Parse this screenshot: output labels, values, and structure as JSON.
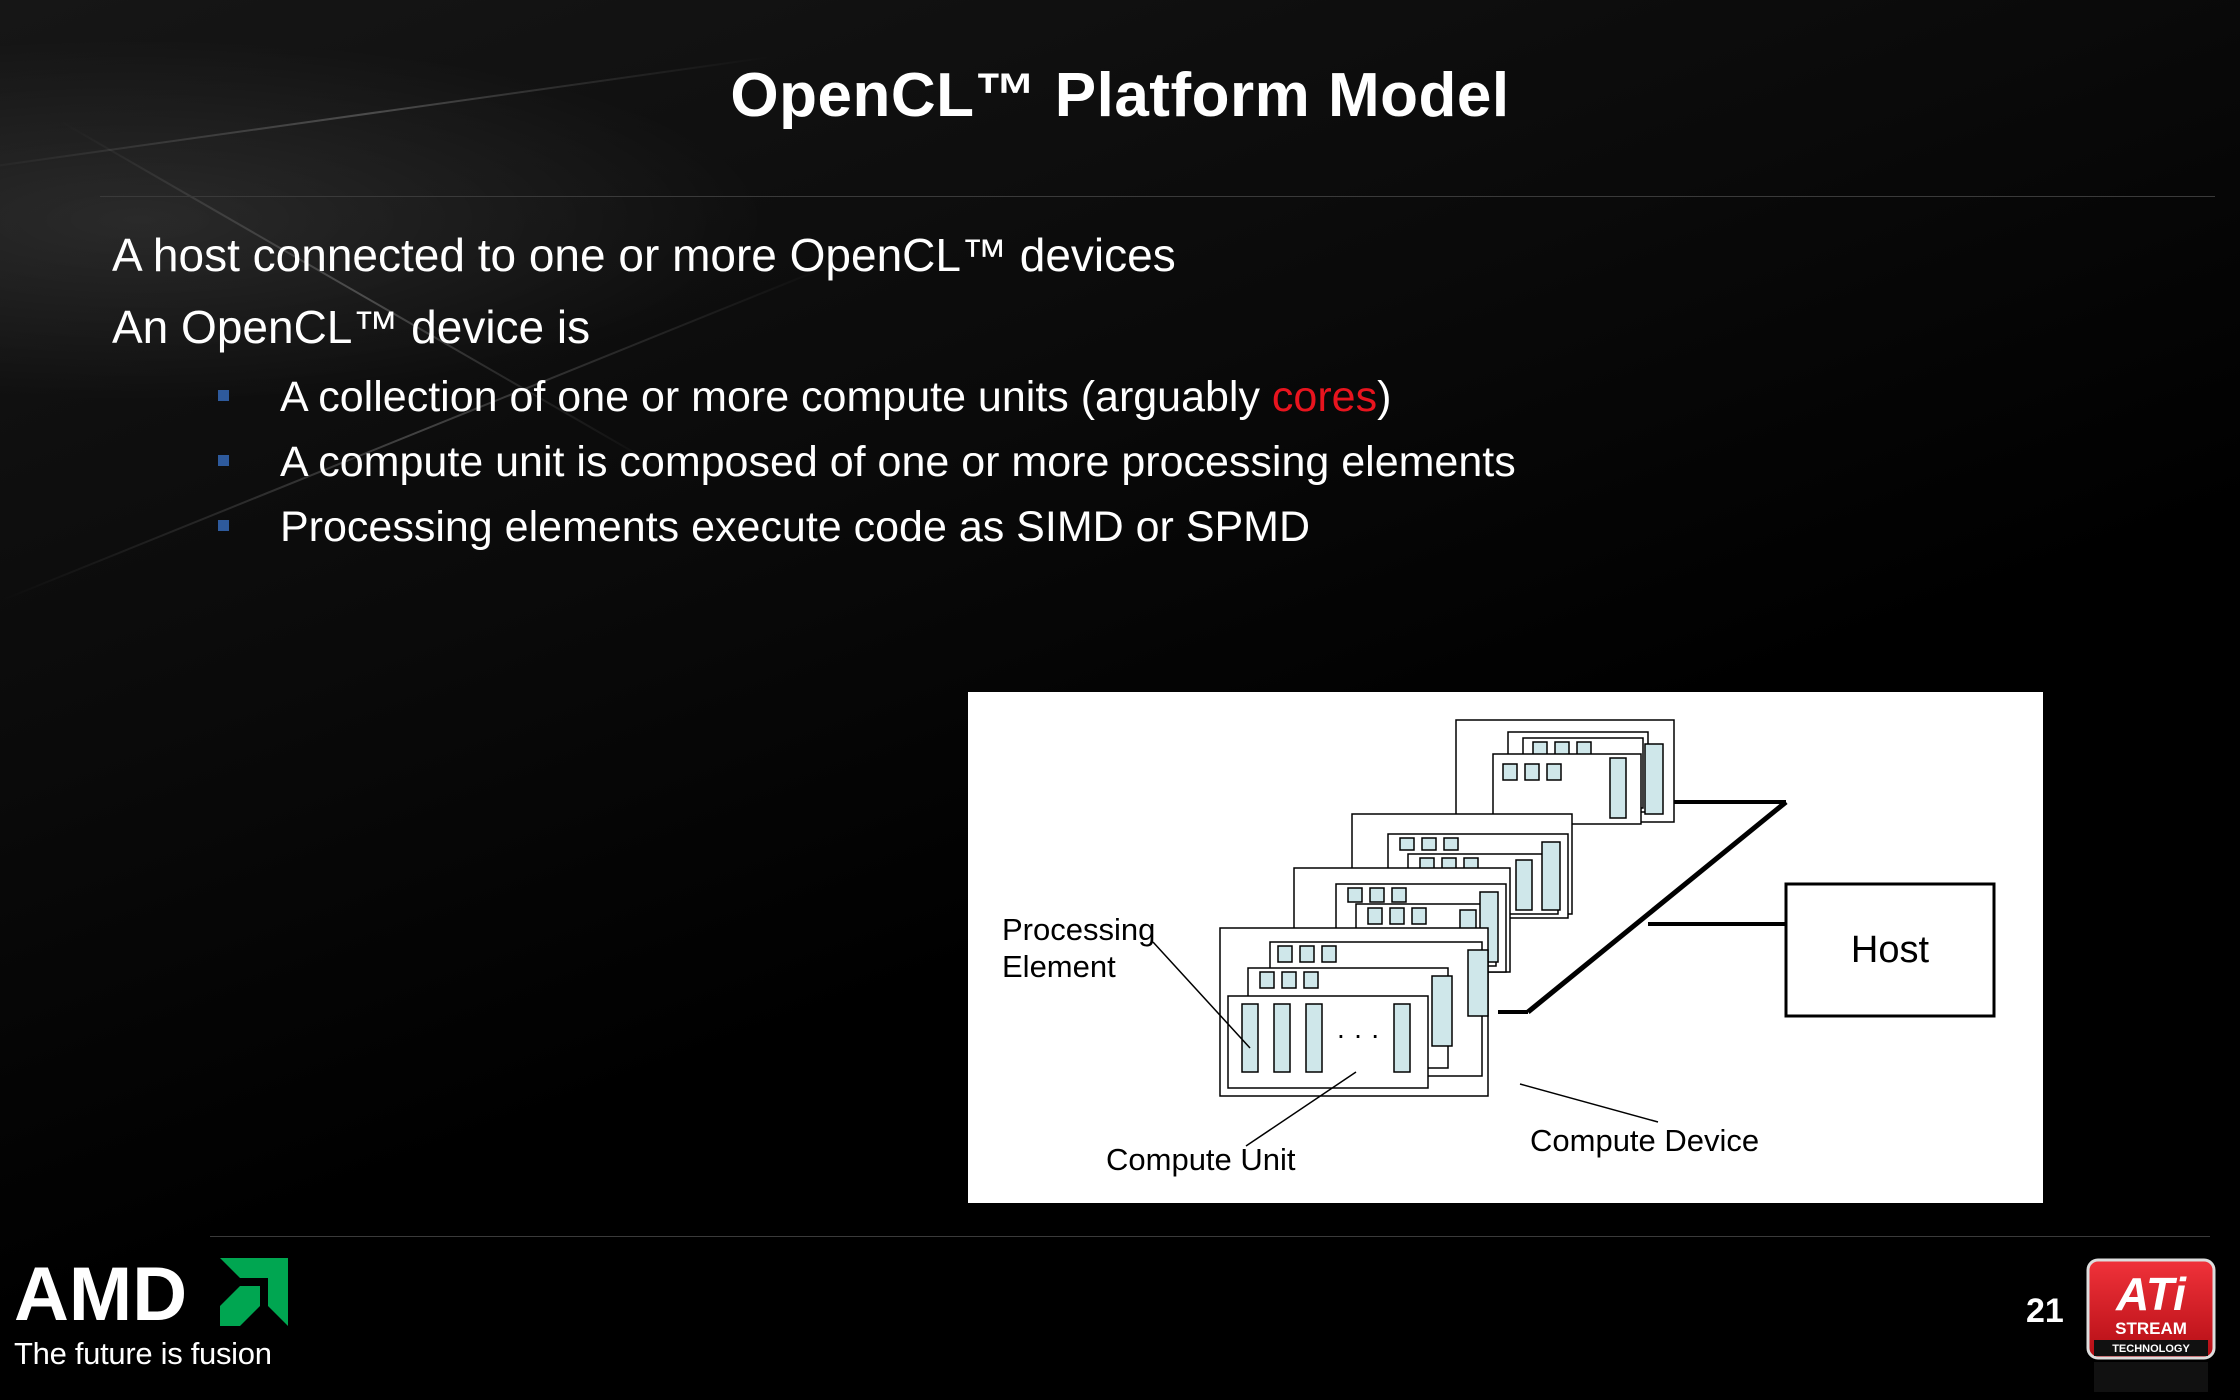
{
  "slide": {
    "title": "OpenCL™ Platform Model",
    "lines": [
      "A host connected to one or more OpenCL™ devices",
      "An OpenCL™ device is"
    ],
    "bullets": [
      {
        "text": "A collection of one or more compute units (arguably ",
        "highlight": "cores",
        "suffix": ")"
      },
      {
        "text": "A compute unit is composed of one or more processing elements"
      },
      {
        "text": "Processing elements execute code as SIMD or SPMD"
      }
    ],
    "highlight_color": "#e8141e",
    "bullet_color": "#2e5a9c",
    "page_number": "21"
  },
  "diagram": {
    "labels": {
      "processing_element_line1": "Processing",
      "processing_element_line2": "Element",
      "compute_unit": "Compute Unit",
      "compute_device": "Compute Device",
      "host": "Host",
      "ellipsis": "· · ·"
    },
    "pe_fill": "#cfe7ea"
  },
  "footer": {
    "brand": "AMD",
    "tagline": "The future is fusion",
    "badge_word1": "ATi",
    "badge_word2": "STREAM",
    "badge_word3": "TECHNOLOGY",
    "amd_green": "#00a651",
    "ati_red": "#d7161e"
  }
}
